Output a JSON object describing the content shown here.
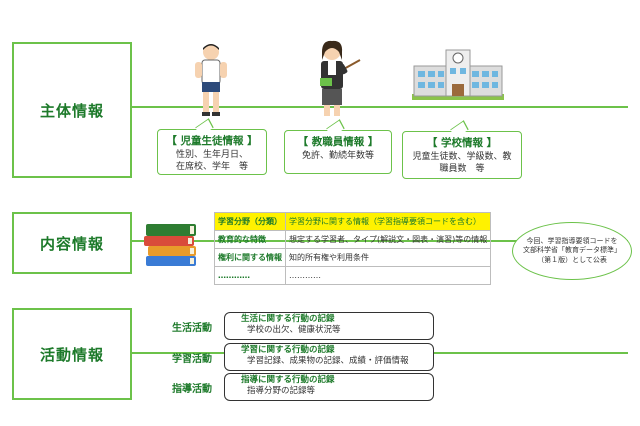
{
  "sections": {
    "shutai": "主体情報",
    "naiyo": "内容情報",
    "katsudo": "活動情報"
  },
  "subject": {
    "student": {
      "title": "【 児童生徒情報 】",
      "lines": [
        "性別、生年月日、",
        "在席校、学年　等"
      ]
    },
    "teacher": {
      "title": "【 教職員情報 】",
      "lines": [
        "免許、勤続年数等"
      ]
    },
    "school": {
      "title": "【 学校情報 】",
      "lines": [
        "児童生徒数、学級数、教",
        "職員数　等"
      ]
    }
  },
  "content_table": [
    {
      "key": "学習分野（分類）",
      "value": "学習分野に関する情報（学習指導要領コードを含む）",
      "highlight": true
    },
    {
      "key": "教育的な特徴",
      "value": "想定する学習者、タイプ(解説文・図表・演習)等の情報",
      "highlight": false
    },
    {
      "key": "権利に関する情報",
      "value": "知的所有権や利用条件",
      "highlight": false
    },
    {
      "key": "…………",
      "value": "…………",
      "highlight": false
    }
  ],
  "note": {
    "lines": [
      "今回、学習指導要領コードを",
      "文部科学省「教育データ標準」",
      "（第１版）として公表"
    ]
  },
  "activities": [
    {
      "label": "生活活動",
      "title": "生活に関する行動の記録",
      "detail": "学校の出欠、健康状況等"
    },
    {
      "label": "学習活動",
      "title": "学習に関する行動の記録",
      "detail": "学習記録、成果物の記録、成績・評価情報"
    },
    {
      "label": "指導活動",
      "title": "指導に関する行動の記録",
      "detail": "指導分野の記録等"
    }
  ],
  "icons": [
    "student-illustration",
    "teacher-illustration",
    "school-building-illustration",
    "books-illustration"
  ],
  "colors": {
    "accent": "#6cc24a",
    "label": "#1d7a2a",
    "highlight": "#fff200"
  }
}
